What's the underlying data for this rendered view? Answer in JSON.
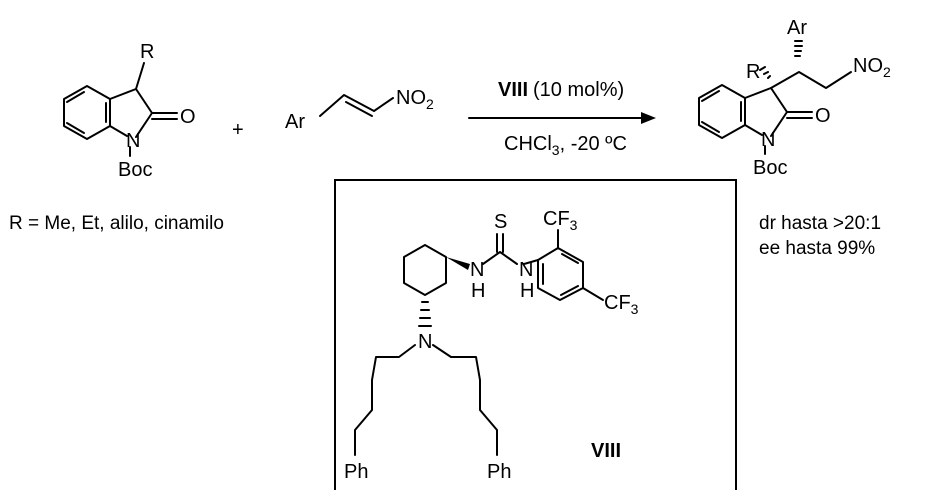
{
  "reactant1": {
    "substituent": "R",
    "heteroatom": "N",
    "carbonyl": "O",
    "protecting_group": "Boc"
  },
  "plus_sign": "+",
  "reactant2": {
    "aryl": "Ar",
    "nitro": "NO",
    "nitro_sub": "2"
  },
  "conditions": {
    "catalyst": "VIII",
    "loading": "(10 mol%)",
    "solvent": "CHCl",
    "solvent_sub": "3",
    "temperature": ", -20 ºC"
  },
  "product": {
    "aryl": "Ar",
    "substituent": "R",
    "nitro": "NO",
    "nitro_sub": "2",
    "heteroatom": "N",
    "carbonyl": "O",
    "protecting_group": "Boc"
  },
  "r_definition": "R = Me, Et, alilo, cinamilo",
  "results": {
    "dr": "dr hasta >20:1",
    "ee": "ee hasta 99%"
  },
  "catalyst": {
    "thio": "S",
    "nh_1": "N",
    "h_1": "H",
    "nh_2": "N",
    "h_2": "H",
    "amine_n": "N",
    "cf3_top": "CF",
    "cf3_top_sub": "3",
    "cf3_right": "CF",
    "cf3_right_sub": "3",
    "ph_left": "Ph",
    "ph_right": "Ph",
    "label": "VIII"
  }
}
